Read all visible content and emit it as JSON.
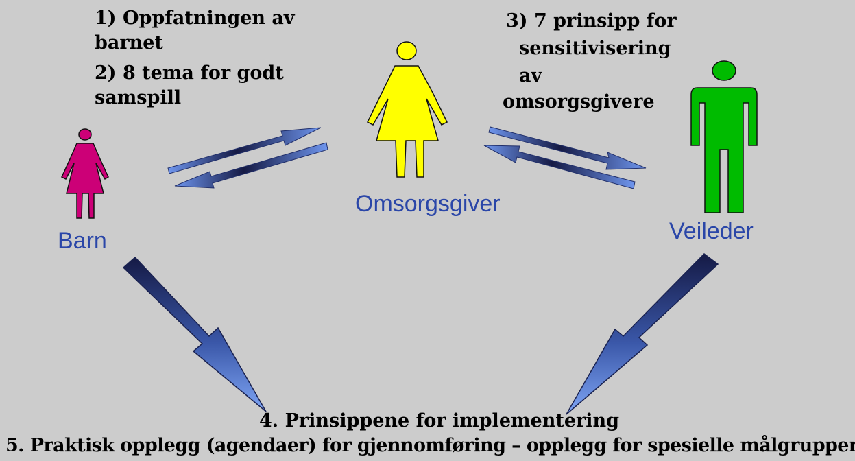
{
  "figures": {
    "barn": {
      "label": "Barn",
      "color": "#cc0077"
    },
    "omsorgsgiver": {
      "label": "Omsorgsgiver",
      "color": "#ffff00"
    },
    "veileder": {
      "label": "Veileder",
      "color": "#00bb00"
    }
  },
  "notes": {
    "line1": "1)  Oppfatningen av",
    "line2": "barnet",
    "line3": "2)  8 tema for godt",
    "line4": "samspill",
    "r1": "3)  7 prinsipp for",
    "r2": "sensitivisering",
    "r3": "av",
    "r4": "omsorgsgivere"
  },
  "bottom": {
    "line4": "4. Prinsippene for implementering",
    "line5": "5. Praktisk opplegg (agendaer) for gjennomføring – opplegg for spesielle målgrupper"
  },
  "colors": {
    "background": "#cccccc",
    "label": "#2a46a8",
    "arrow_dark": "#151a45",
    "arrow_light": "#6f96ee"
  }
}
